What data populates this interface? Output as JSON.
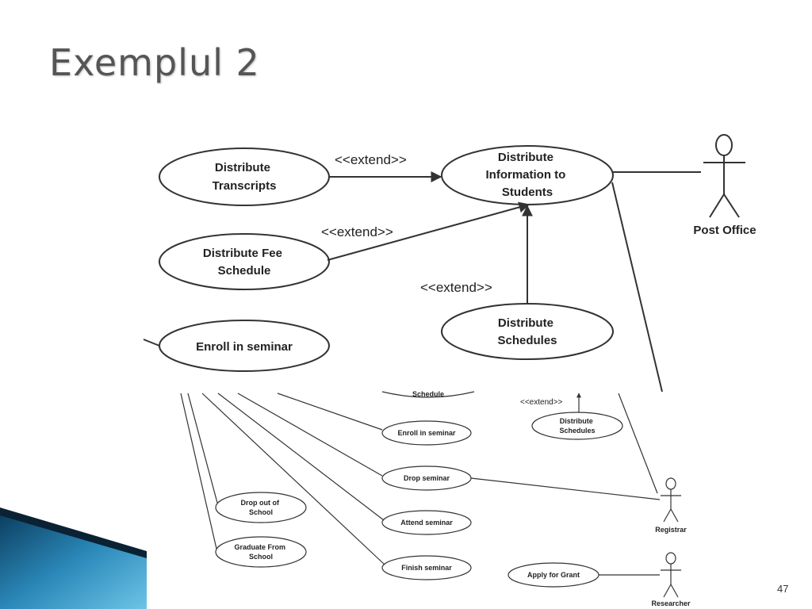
{
  "slide": {
    "title": "Exemplul 2",
    "page_number": "47"
  },
  "top_diagram": {
    "use_cases": {
      "distribute_transcripts": [
        "Distribute",
        "Transcripts"
      ],
      "distribute_info": [
        "Distribute",
        "Information to",
        "Students"
      ],
      "distribute_fee": [
        "Distribute Fee",
        "Schedule"
      ],
      "distribute_schedules": [
        "Distribute",
        "Schedules"
      ],
      "enroll": [
        "Enroll in seminar"
      ]
    },
    "stereotypes": {
      "extend_1": "<<extend>>",
      "extend_2": "<<extend>>",
      "extend_3": "<<extend>>"
    },
    "actors": {
      "post_office": "Post Office"
    }
  },
  "bottom_diagram": {
    "use_cases": {
      "schedule_partial": "Schedule",
      "distribute_schedules": [
        "Distribute",
        "Schedules"
      ],
      "enroll": "Enroll in seminar",
      "drop_seminar": "Drop seminar",
      "drop_out": [
        "Drop out of",
        "School"
      ],
      "attend": "Attend seminar",
      "graduate": [
        "Graduate From",
        "School"
      ],
      "finish": "Finish seminar",
      "apply_grant": "Apply for Grant"
    },
    "stereotypes": {
      "extend": "<<extend>>"
    },
    "actors": {
      "registrar": "Registrar",
      "researcher": "Researcher"
    }
  },
  "colors": {
    "title": "#555555",
    "line": "#333333",
    "accent_dark": "#0b3c5d",
    "accent_light": "#4fb3d9"
  }
}
